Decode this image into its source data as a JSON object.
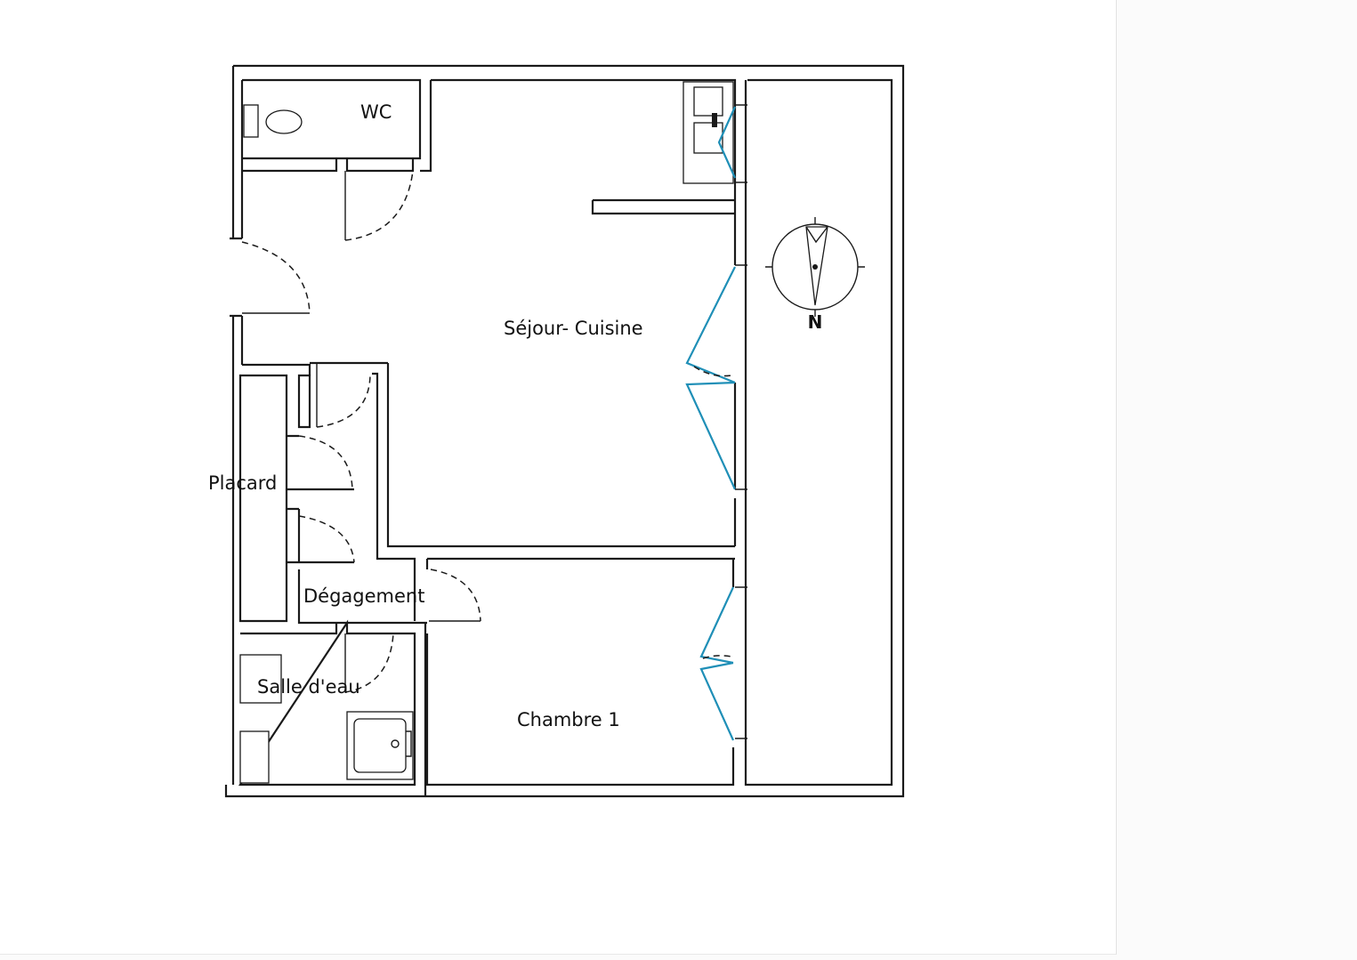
{
  "rooms": {
    "wc": "WC",
    "sejour": "Séjour- Cuisine",
    "placard": "Placard",
    "degagement": "Dégagement",
    "salle_eau": "Salle d'eau",
    "chambre": "Chambre 1"
  },
  "compass": {
    "north_label": "N"
  },
  "colors": {
    "walls": "#1a1a1a",
    "windows": "#1f8fb7"
  }
}
